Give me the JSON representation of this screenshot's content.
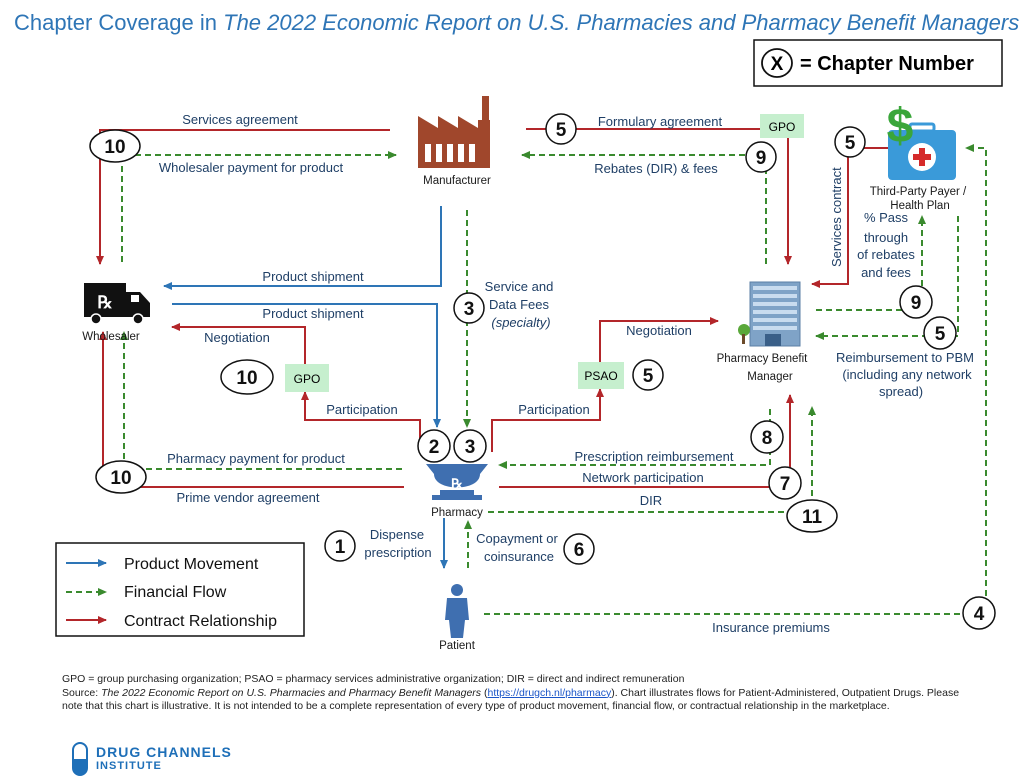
{
  "title_plain": "Chapter Coverage in ",
  "title_italic": "The 2022 Economic Report on U.S. Pharmacies and Pharmacy Benefit Managers",
  "key": {
    "symbol": "X",
    "text": "= Chapter Number"
  },
  "entities": {
    "manufacturer": "Manufacturer",
    "wholesaler": "Wholesaler",
    "pharmacy": "Pharmacy",
    "patient": "Patient",
    "pbm_line1": "Pharmacy Benefit",
    "pbm_line2": "Manager",
    "payer_line1": "Third-Party Payer /",
    "payer_line2": "Health Plan",
    "gpo_top": "GPO",
    "gpo_left": "GPO",
    "psao": "PSAO"
  },
  "flows": {
    "services_agreement": "Services agreement",
    "wholesaler_payment": "Wholesaler payment for product",
    "formulary_agreement": "Formulary agreement",
    "rebates_fees": "Rebates (DIR) & fees",
    "services_contract": "Services contract",
    "product_shipment_1": "Product shipment",
    "product_shipment_2": "Product shipment",
    "service_fees_1": "Service and",
    "service_fees_2": "Data Fees",
    "service_fees_3": "(specialty)",
    "negotiation_left": "Negotiation",
    "negotiation_right": "Negotiation",
    "participation_left": "Participation",
    "participation_right": "Participation",
    "pass_1": "% Pass",
    "pass_2": "through",
    "pass_3": "of rebates",
    "pass_4": "and fees",
    "reimb_pbm_1": "Reimbursement to PBM",
    "reimb_pbm_2": "(including any network",
    "reimb_pbm_3": "spread)",
    "pharmacy_payment": "Pharmacy payment for product",
    "prime_vendor": "Prime vendor agreement",
    "rx_reimbursement": "Prescription reimbursement",
    "network_participation": "Network participation",
    "dir": "DIR",
    "dispense_1": "Dispense",
    "dispense_2": "prescription",
    "copay_1": "Copayment or",
    "copay_2": "coinsurance",
    "insurance_premiums": "Insurance premiums"
  },
  "chapters": {
    "services_agreement": "10",
    "formulary": "5",
    "rebates": "9",
    "services_contract": "5",
    "service_fees": "3",
    "pass_through": "9",
    "reimb_pbm": "5",
    "gpo_left": "10",
    "psao": "5",
    "pharmacy_a": "2",
    "pharmacy_b": "3",
    "rx_reimbursement": "8",
    "network": "7",
    "dir": "11",
    "wholesaler_pharmacy": "10",
    "dispense": "1",
    "copay": "6",
    "premiums": "4"
  },
  "legend": {
    "product": "Product Movement",
    "financial": "Financial Flow",
    "contract": "Contract Relationship"
  },
  "colors": {
    "product": "#2e75b6",
    "financial": "#3a8a2e",
    "contract": "#b3262a",
    "title": "#2e75b6",
    "text": "#1f3f66",
    "box": "#c6efce"
  },
  "footer": {
    "line1": "GPO = group purchasing organization; PSAO = pharmacy services administrative organization; DIR = direct and indirect remuneration",
    "source_label": "Source: ",
    "source_title": "The 2022 Economic Report on U.S. Pharmacies and Pharmacy Benefit Managers",
    "source_link": "https://drugch.nl/pharmacy",
    "source_rest": ". Chart illustrates flows for Patient-Administered, Outpatient Drugs. Please note that this chart is illustrative. It is not intended to be a complete representation of every type of product movement, financial flow, or contractual relationship in the marketplace."
  },
  "logo": {
    "line1": "DRUG CHANNELS",
    "line2": "INSTITUTE"
  }
}
